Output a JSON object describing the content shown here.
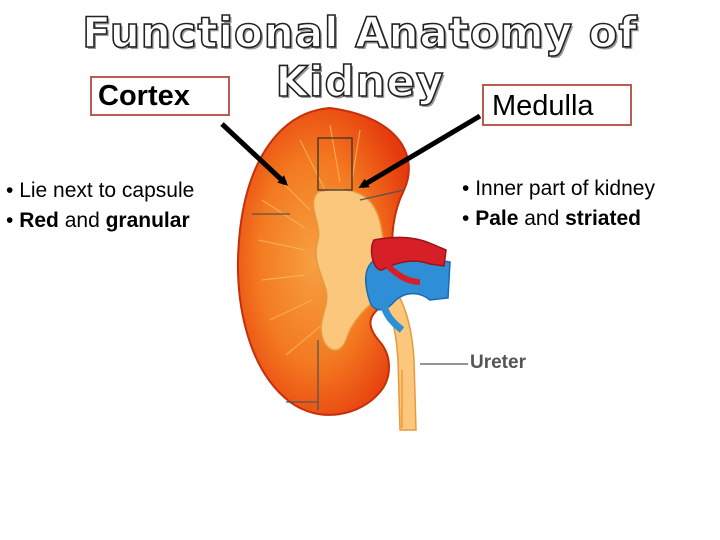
{
  "title": "Functional Anatomy of Kidney",
  "cortex": {
    "label": "Cortex",
    "bullets": [
      {
        "prefix": "• ",
        "plain": "Lie next to capsule"
      },
      {
        "prefix": "• ",
        "bold1": "Red",
        "mid": " and ",
        "bold2": "granular"
      }
    ]
  },
  "medulla": {
    "label": "Medulla",
    "bullets": [
      {
        "prefix": "• ",
        "plain": "Inner part of kidney"
      },
      {
        "prefix": "• ",
        "bold1": "Pale",
        "mid": " and ",
        "bold2": "striated"
      }
    ]
  },
  "diagram_labels": {
    "ureter": "Ureter"
  },
  "colors": {
    "cortex_red": "#e8410f",
    "cortex_orange": "#f47a20",
    "medulla_pale": "#fbc77d",
    "vein_blue": "#2f8fd6",
    "artery_red": "#d61f26",
    "box_border": "#b95b50"
  }
}
